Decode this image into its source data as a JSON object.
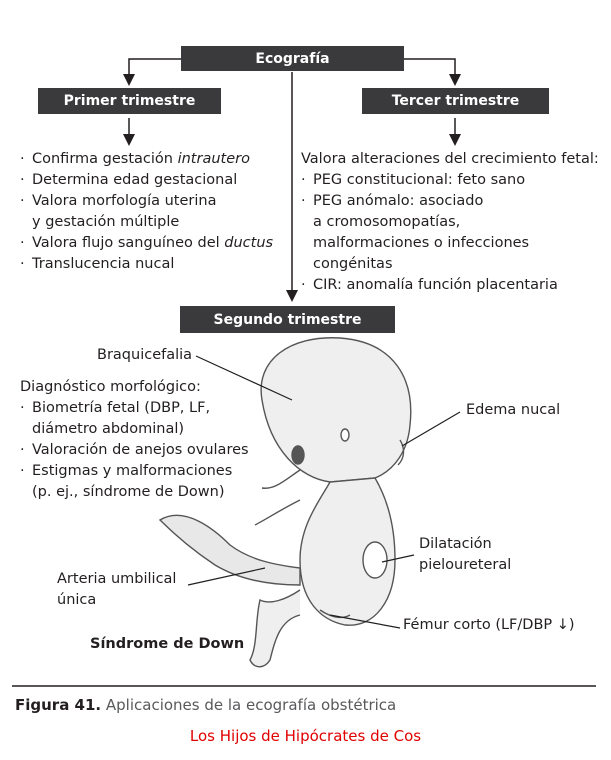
{
  "diagram": {
    "root": "Ecografía",
    "first": {
      "title": "Primer trimestre",
      "items": [
        {
          "pre": "Confirma gestación ",
          "em": "intrautero",
          "post": ""
        },
        {
          "pre": "Determina edad gestacional",
          "em": "",
          "post": ""
        },
        {
          "pre": "Valora morfología uterina",
          "em": "",
          "post": "",
          "cont": "y gestación múltiple"
        },
        {
          "pre": "Valora flujo sanguíneo del ",
          "em": "ductus",
          "post": ""
        },
        {
          "pre": "Translucencia nucal",
          "em": "",
          "post": ""
        }
      ]
    },
    "third": {
      "title": "Tercer trimestre",
      "intro": "Valora alteraciones del crecimiento fetal:",
      "items": [
        {
          "lines": [
            "PEG constitucional: feto sano"
          ]
        },
        {
          "lines": [
            "PEG anómalo: asociado",
            "a cromosomopatías,",
            "malformaciones o infecciones",
            "congénitas"
          ]
        },
        {
          "lines": [
            "CIR: anomalía función placentaria"
          ]
        }
      ]
    },
    "second": {
      "title": "Segundo trimestre",
      "brachy": "Braquicefalia",
      "morpho_title": "Diagnóstico morfológico:",
      "morpho_items": [
        {
          "lines": [
            "Biometría fetal (DBP, LF,",
            "diámetro abdominal)"
          ]
        },
        {
          "lines": [
            "Valoración de anejos ovulares"
          ]
        },
        {
          "lines": [
            "Estigmas y malformaciones",
            "(p. ej., síndrome de Down)"
          ]
        }
      ],
      "edema": "Edema nucal",
      "dilatation_1": "Dilatación",
      "dilatation_2": "pieloureteral",
      "artery_1": "Arteria umbilical",
      "artery_2": "única",
      "femur": "Fémur corto (LF/DBP ↓)",
      "down": "Síndrome de Down"
    }
  },
  "caption": {
    "label": "Figura 41.",
    "text": " Aplicaciones de la ecografía obstétrica"
  },
  "credit": "Los Hijos de Hipócrates de Cos",
  "colors": {
    "header_bg": "#3a3a3c",
    "credit": "#e00000"
  }
}
